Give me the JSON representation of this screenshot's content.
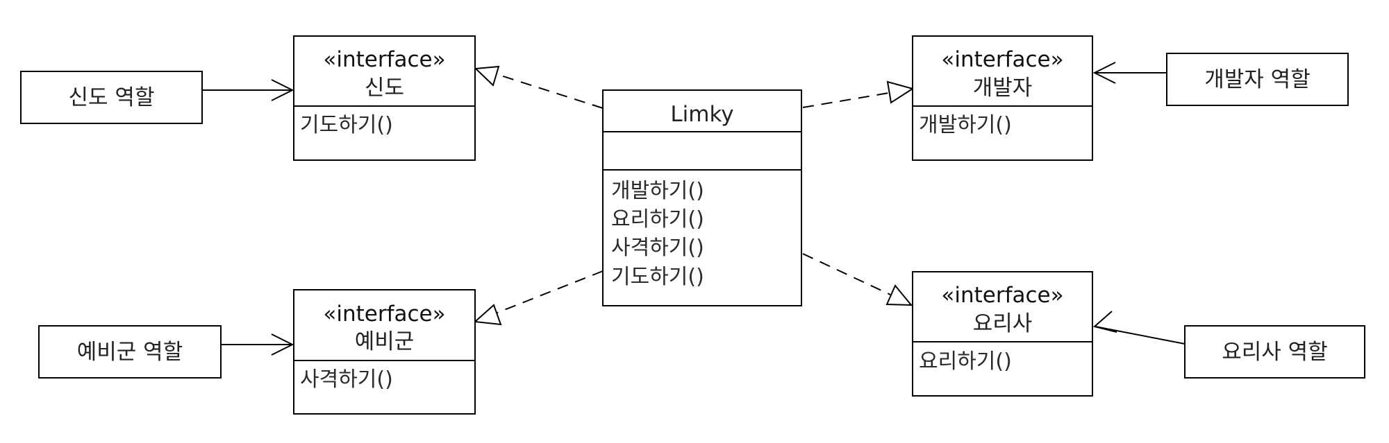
{
  "stereotype": "«interface»",
  "interfaces": [
    {
      "name": "신도",
      "method": "기도하기()"
    },
    {
      "name": "개발자",
      "method": "개발하기()"
    },
    {
      "name": "예비군",
      "method": "사격하기()"
    },
    {
      "name": "요리사",
      "method": "요리하기()"
    }
  ],
  "main_class": {
    "name": "Limky",
    "methods": [
      "개발하기()",
      "요리하기()",
      "사격하기()",
      "기도하기()"
    ]
  },
  "roles": [
    {
      "label": "신도 역할"
    },
    {
      "label": "개발자 역할"
    },
    {
      "label": "예비군 역할"
    },
    {
      "label": "요리사 역할"
    }
  ]
}
